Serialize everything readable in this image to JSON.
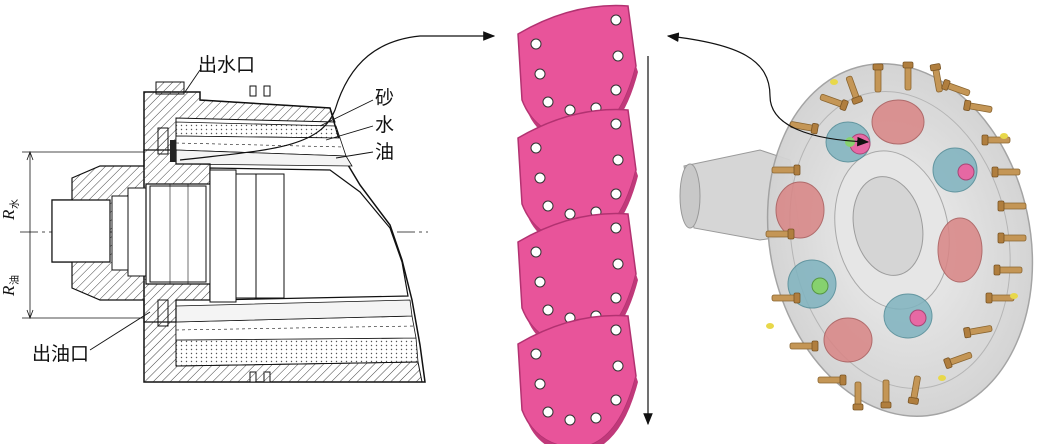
{
  "labels": {
    "water_outlet": "出水口",
    "oil_outlet": "出油口",
    "sand": "砂",
    "water": "水",
    "oil": "油",
    "r_water_main": "R",
    "r_water_sub": "水",
    "r_oil_main": "R",
    "r_oil_sub": "油"
  },
  "colors": {
    "plate": "#e8549a",
    "plate_edge": "#b23271",
    "line": "#111111",
    "hatch": "#444444",
    "assembly_body": "#d9d9d9",
    "assembly_red": "#d98585",
    "assembly_teal": "#7fb3bf",
    "bolt": "#c49656"
  },
  "icons": {
    "curved_arrow": "curved-arrow-icon",
    "down_arrow": "down-arrow-icon"
  }
}
